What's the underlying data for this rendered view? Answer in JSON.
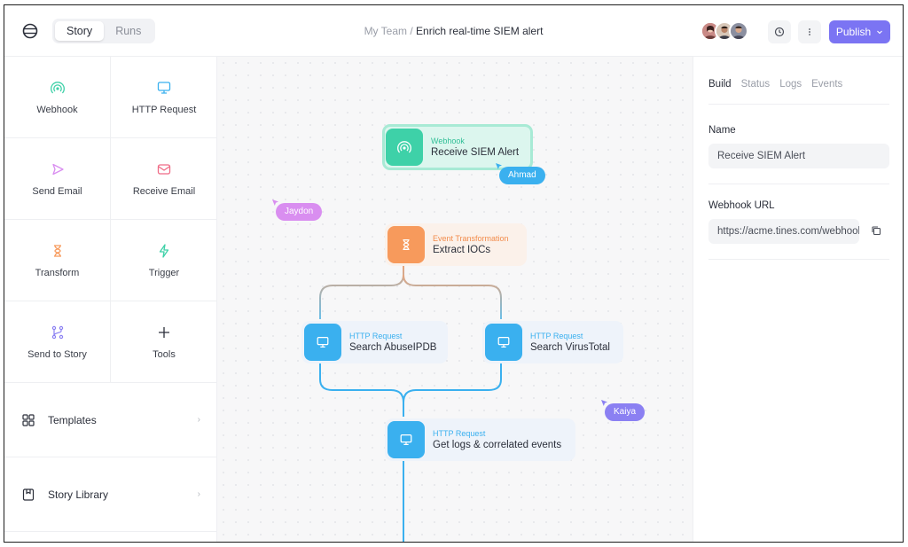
{
  "header": {
    "tabs": [
      {
        "label": "Story",
        "active": true
      },
      {
        "label": "Runs",
        "active": false
      }
    ],
    "breadcrumb": {
      "team": "My Team",
      "separator": " / ",
      "story": "Enrich real-time SIEM alert"
    },
    "publish_label": "Publish",
    "accent": "#7b74f3"
  },
  "sidebar": {
    "tiles": [
      {
        "label": "Webhook",
        "icon": "webhook-icon"
      },
      {
        "label": "HTTP Request",
        "icon": "monitor-icon"
      },
      {
        "label": "Send Email",
        "icon": "send-icon"
      },
      {
        "label": "Receive Email",
        "icon": "mail-icon"
      },
      {
        "label": "Transform",
        "icon": "hourglass-icon"
      },
      {
        "label": "Trigger",
        "icon": "bolt-icon"
      },
      {
        "label": "Send to Story",
        "icon": "branch-icon"
      },
      {
        "label": "Tools",
        "icon": "plus-icon"
      }
    ],
    "links": [
      {
        "label": "Templates",
        "icon": "grid-icon"
      },
      {
        "label": "Story Library",
        "icon": "bookmark-icon"
      }
    ]
  },
  "canvas": {
    "nodes": [
      {
        "type": "Webhook",
        "name": "Receive SIEM Alert",
        "color": "#3ed1a8"
      },
      {
        "type": "Event Transformation",
        "name": "Extract IOCs",
        "color": "#f79a5c"
      },
      {
        "type": "HTTP Request",
        "name": "Search AbuseIPDB",
        "color": "#3ab0ef"
      },
      {
        "type": "HTTP Request",
        "name": "Search VirusTotal",
        "color": "#3ab0ef"
      },
      {
        "type": "HTTP Request",
        "name": "Get logs & correlated events",
        "color": "#3ab0ef"
      }
    ],
    "collaborators": [
      {
        "name": "Ahmad",
        "color": "#3ab0ef"
      },
      {
        "name": "Jaydon",
        "color": "#d98ef0"
      },
      {
        "name": "Kaiya",
        "color": "#8b80f2"
      }
    ]
  },
  "inspector": {
    "tabs": [
      "Build",
      "Status",
      "Logs",
      "Events"
    ],
    "active_tab": "Build",
    "name_label": "Name",
    "name_value": "Receive SIEM Alert",
    "url_label": "Webhook URL",
    "url_value": "https://acme.tines.com/webhook"
  }
}
